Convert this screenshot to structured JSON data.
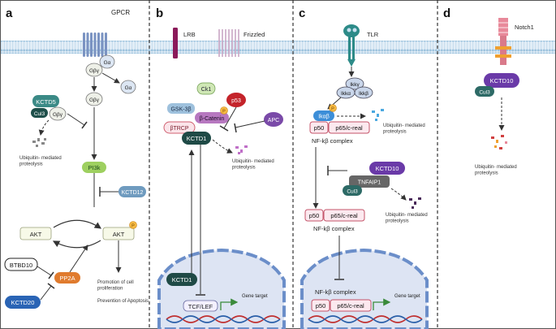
{
  "panels": {
    "a": {
      "letter": "a",
      "receptor": "GPCR",
      "g_gamma": "Gβγ",
      "g_alpha": "Gα",
      "kctd5": "KCTD5",
      "cul3": "Cul3",
      "degradation": "Ubiquitin- mediated proteolysis",
      "pi3k": "PI3k",
      "kctd12": "KCTD12",
      "akt": "AKT",
      "phospho": "P",
      "btbd10": "BTBD10",
      "pp2a": "PP2A",
      "kctd20": "KCTD20",
      "outcome1": "Promotion of cell proliferation",
      "outcome2": "Prevention of Apoptosis"
    },
    "b": {
      "letter": "b",
      "lrb": "LRB",
      "frizzled": "Frizzled",
      "ck1": "Ck1",
      "gsk3b": "GSK-3β",
      "p53": "p53",
      "beta_catenin": "β-Catenin",
      "apc": "APC",
      "btrcp": "βTRCP",
      "kctd1": "KCTD1",
      "phospho": "P",
      "degradation": "Ubiquitin- mediated proteolysis",
      "nucleus_kctd1": "KCTD1",
      "tcf": "TCF/LEF",
      "gene_target": "Gene target"
    },
    "c": {
      "letter": "c",
      "tlr": "TLR",
      "ikky": "Ikkγ",
      "ikka": "Ikkα",
      "ikkb": "Ikkβ",
      "ikab": "Ikαβ",
      "phospho": "P",
      "p50": "p50",
      "p65": "p65/c-real",
      "nfkb_complex": "NF-kβ complex",
      "degradation": "Ubiquitin- mediated proteolysis",
      "kctd10": "KCTD10",
      "tnfaip1": "TNFAIP1",
      "cul3": "Cul3",
      "p50_b": "p50",
      "p65_b": "p65/c-real",
      "nfkb_complex_b": "NF-kβ complex",
      "degradation_b": "Ubiquitin- mediated proteolysis",
      "nucleus_complex": "NF-kβ complex",
      "p50_n": "p50",
      "p65_n": "p65/c-real",
      "gene_target": "Gene target"
    },
    "d": {
      "letter": "d",
      "notch": "Notch1",
      "kctd10": "KCTD10",
      "cul3": "Cul3",
      "degradation": "Ubiquitin- mediated proteolysis"
    }
  }
}
